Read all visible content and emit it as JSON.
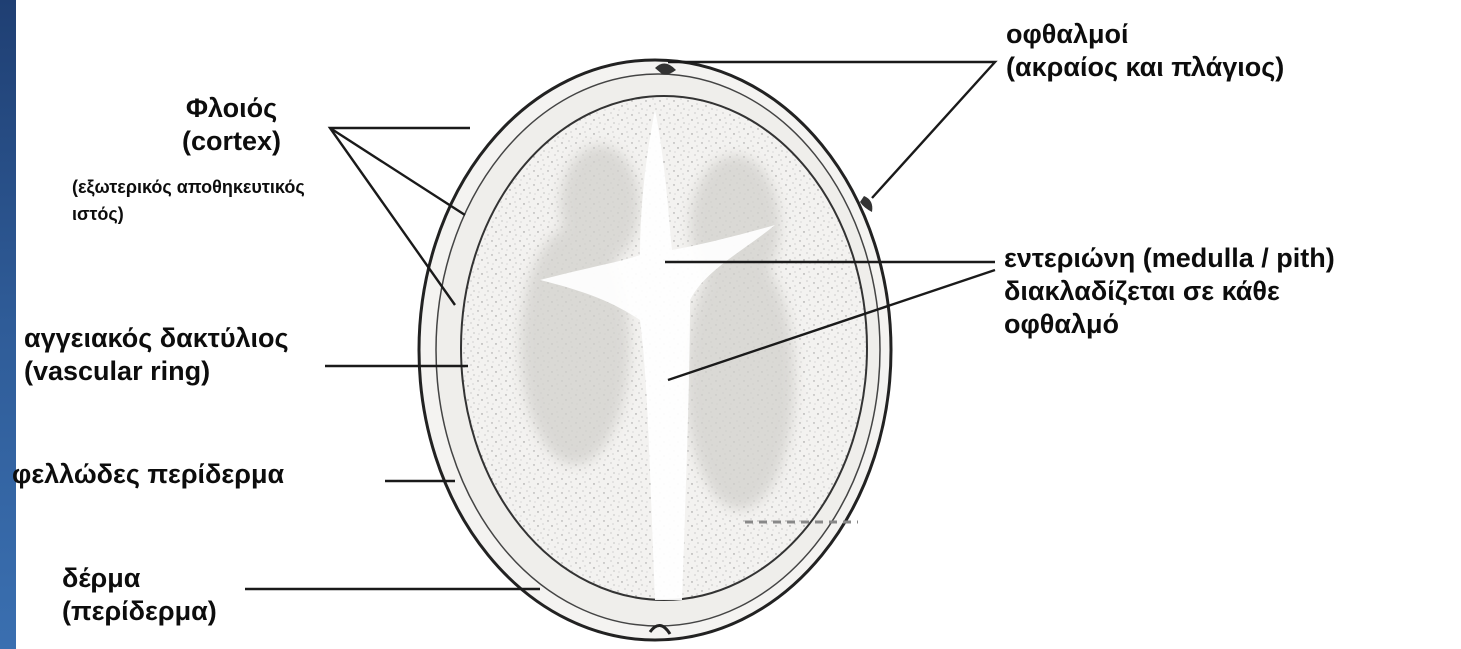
{
  "colors": {
    "side_bar_top": "#1f3f73",
    "side_bar_bottom": "#3a6fb0",
    "ink": "#1a1a1a",
    "tuber_fill": "#f1f0ee",
    "pith": "#ffffff"
  },
  "labels": {
    "cortex": {
      "line1": "Φλοιός",
      "line2": "(cortex)",
      "note1": "(εξωτερικός αποθηκευτικός",
      "note2": "ιστός)"
    },
    "vascular_ring": {
      "line1": "αγγειακός δακτύλιος",
      "line2": "(vascular ring)"
    },
    "cork_periderm": {
      "line1": "φελλώδες περίδερμα"
    },
    "skin": {
      "line1": "δέρμα",
      "line2": "(περίδερμα)"
    },
    "eyes": {
      "line1": "οφθαλμοί",
      "line2": "(ακραίος και πλάγιος)"
    },
    "pith": {
      "line1": "εντεριώνη (medulla / pith)",
      "line2": "διακλαδίζεται σε κάθε",
      "line3": "οφθαλμό"
    }
  }
}
